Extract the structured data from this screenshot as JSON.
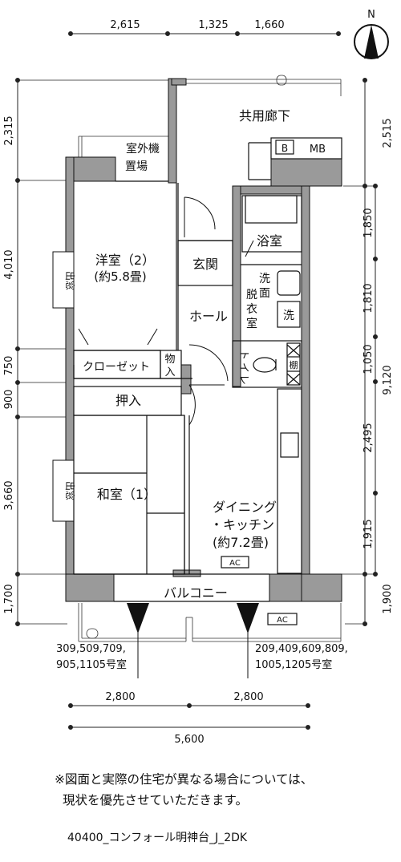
{
  "top_dims": [
    "2,615",
    "1,325",
    "1,660"
  ],
  "left_dims": [
    "2,315",
    "4,010",
    "750",
    "900",
    "3,660",
    "1,700"
  ],
  "right_dims": [
    "2,515",
    "1,850",
    "1,810",
    "1,050",
    "2,495",
    "1,915",
    "1,900"
  ],
  "right_total": "9,120",
  "bottom_dims": [
    "2,800",
    "2,800"
  ],
  "bottom_total": "5,600",
  "north": "N",
  "rooms": {
    "corridor": "共用廊下",
    "ac_unit_1": "室外機",
    "ac_unit_2": "置場",
    "mb_b": "B",
    "mb": "MB",
    "western_1": "洋室（2）",
    "western_2": "(約5.8畳)",
    "entrance": "玄関",
    "bath": "浴室",
    "washroom_1": "洗",
    "washroom_2": "面",
    "washroom_3": "脱",
    "washroom_4": "衣",
    "washroom_5": "室",
    "washer": "洗",
    "hall": "ホール",
    "bay_window": "出窓",
    "closet": "クローゼット",
    "storage_1": "物",
    "storage_2": "入",
    "toilet_1": "ト",
    "toilet_2": "イ",
    "toilet_3": "レ",
    "shelf": "棚",
    "oshiire": "押入",
    "japanese": "和室（1）",
    "dk_1": "ダイニング",
    "dk_2": "・キッチン",
    "dk_3": "(約7.2畳)",
    "ac": "AC",
    "balcony": "バルコニー"
  },
  "units_left_1": "309,509,709,",
  "units_left_2": "905,1105号室",
  "units_right_1": "209,409,609,809,",
  "units_right_2": "1005,1205号室",
  "note_1": "※図面と実際の住宅が異なる場合については、",
  "note_2": "現状を優先させていただきます。",
  "filename": "40400_コンフォール明神台_J_2DK"
}
